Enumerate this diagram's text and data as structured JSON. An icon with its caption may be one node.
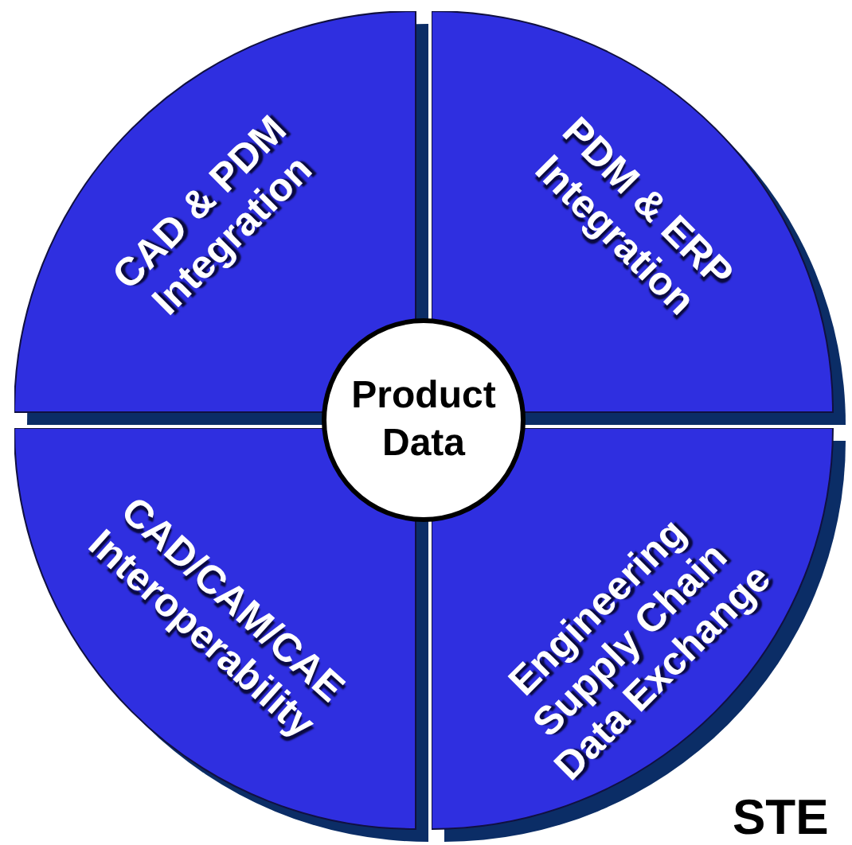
{
  "diagram": {
    "nodes": [
      {
        "text": [
          "Product Data"
        ]
      },
      {
        "text": [
          "CAD & PDM Integration"
        ]
      },
      {
        "text": [
          "PDM & ERP Integration"
        ]
      },
      {
        "text": [
          "CAD/CAM/CAE Interoperability"
        ]
      },
      {
        "text": [
          "Engineering Supply Chain Data Exchange"
        ]
      }
    ],
    "labels": [
      "STE"
    ]
  }
}
